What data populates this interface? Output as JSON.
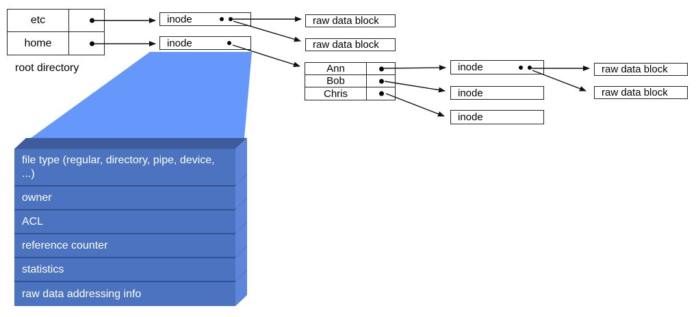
{
  "diagram": {
    "root_directory": {
      "caption": "root directory",
      "entries": [
        {
          "name": "etc"
        },
        {
          "name": "home"
        }
      ]
    },
    "labels": {
      "inode": "inode",
      "raw_data_block": "raw data block"
    },
    "home_directory": {
      "entries": [
        {
          "name": "Ann"
        },
        {
          "name": "Bob"
        },
        {
          "name": "Chris"
        }
      ]
    },
    "inode_structure": {
      "fields": [
        "file type (regular, directory, pipe, device, ...)",
        "owner",
        "ACL",
        "reference counter",
        "statistics",
        "raw data addressing info"
      ]
    },
    "colors": {
      "funnel_blue": "#6598fa",
      "stack_face_blue": "#4c73c0",
      "stack_top_bevel": "#3e5c9b",
      "stack_right_bevel": "#5d86da",
      "stack_separator": "#35508f",
      "line_black": "#111111"
    }
  }
}
